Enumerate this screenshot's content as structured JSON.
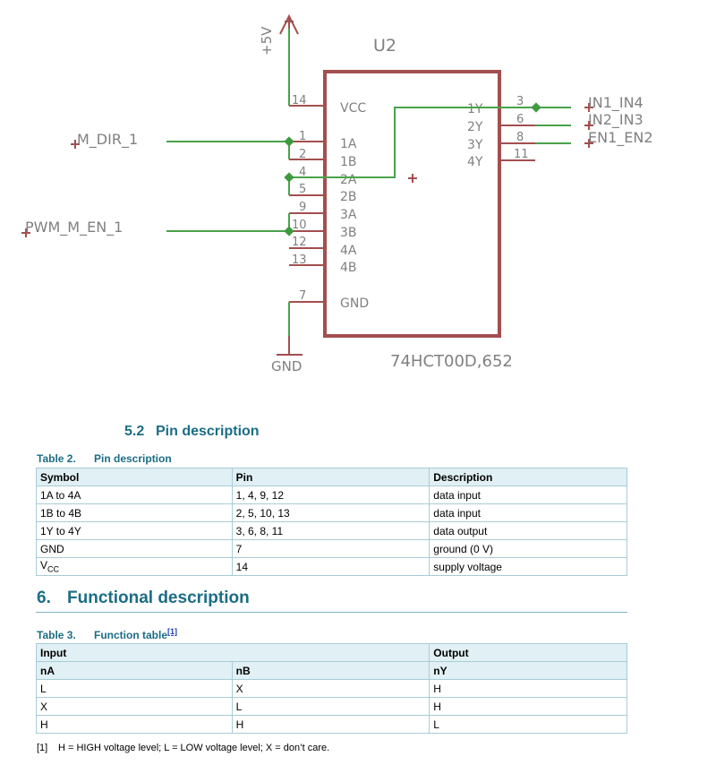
{
  "schematic": {
    "part_name": "U2",
    "part_value": "74HCT00D,652",
    "power_label": "+5V",
    "ground_label": "GND",
    "colors": {
      "wire": "#4aa24a",
      "pin": "#a34f4f",
      "text": "#808080"
    },
    "left_pins": [
      {
        "number": "14",
        "name": "VCC"
      },
      {
        "number": "1",
        "name": "1A"
      },
      {
        "number": "2",
        "name": "1B"
      },
      {
        "number": "4",
        "name": "2A"
      },
      {
        "number": "5",
        "name": "2B"
      },
      {
        "number": "9",
        "name": "3A"
      },
      {
        "number": "10",
        "name": "3B"
      },
      {
        "number": "12",
        "name": "4A"
      },
      {
        "number": "13",
        "name": "4B"
      },
      {
        "number": "7",
        "name": "GND"
      }
    ],
    "right_pins": [
      {
        "number": "3",
        "name": "1Y"
      },
      {
        "number": "6",
        "name": "2Y"
      },
      {
        "number": "8",
        "name": "3Y"
      },
      {
        "number": "11",
        "name": "4Y"
      }
    ],
    "net_labels": {
      "m_dir": "M_DIR_1",
      "pwm": "PWM_M_EN_1",
      "in1_in4": "IN1_IN4",
      "in2_in3": "IN2_IN3",
      "en1_en2": "EN1_EN2"
    }
  },
  "section_5_2": {
    "number": "5.2",
    "title": "Pin description",
    "table_caption_num": "Table 2.",
    "table_caption": "Pin description",
    "headers": [
      "Symbol",
      "Pin",
      "Description"
    ],
    "rows": [
      [
        "1A to 4A",
        "1, 4, 9, 12",
        "data input"
      ],
      [
        "1B to 4B",
        "2, 5, 10, 13",
        "data input"
      ],
      [
        "1Y to 4Y",
        "3, 6, 8, 11",
        "data output"
      ],
      [
        "GND",
        "7",
        "ground (0 V)"
      ],
      [
        "V",
        "14",
        "supply voltage"
      ]
    ],
    "vcc_subscript": "CC"
  },
  "section_6": {
    "number": "6.",
    "title": "Functional description",
    "table_caption_num": "Table 3.",
    "table_caption": "Function table",
    "footnote_ref": "[1]",
    "group_headers": [
      "Input",
      "Output"
    ],
    "headers": [
      "nA",
      "nB",
      "nY"
    ],
    "rows": [
      [
        "L",
        "X",
        "H"
      ],
      [
        "X",
        "L",
        "H"
      ],
      [
        "H",
        "H",
        "L"
      ]
    ],
    "footnote_num": "[1]",
    "footnote_text": "H = HIGH voltage level; L = LOW voltage level; X = don’t care."
  }
}
